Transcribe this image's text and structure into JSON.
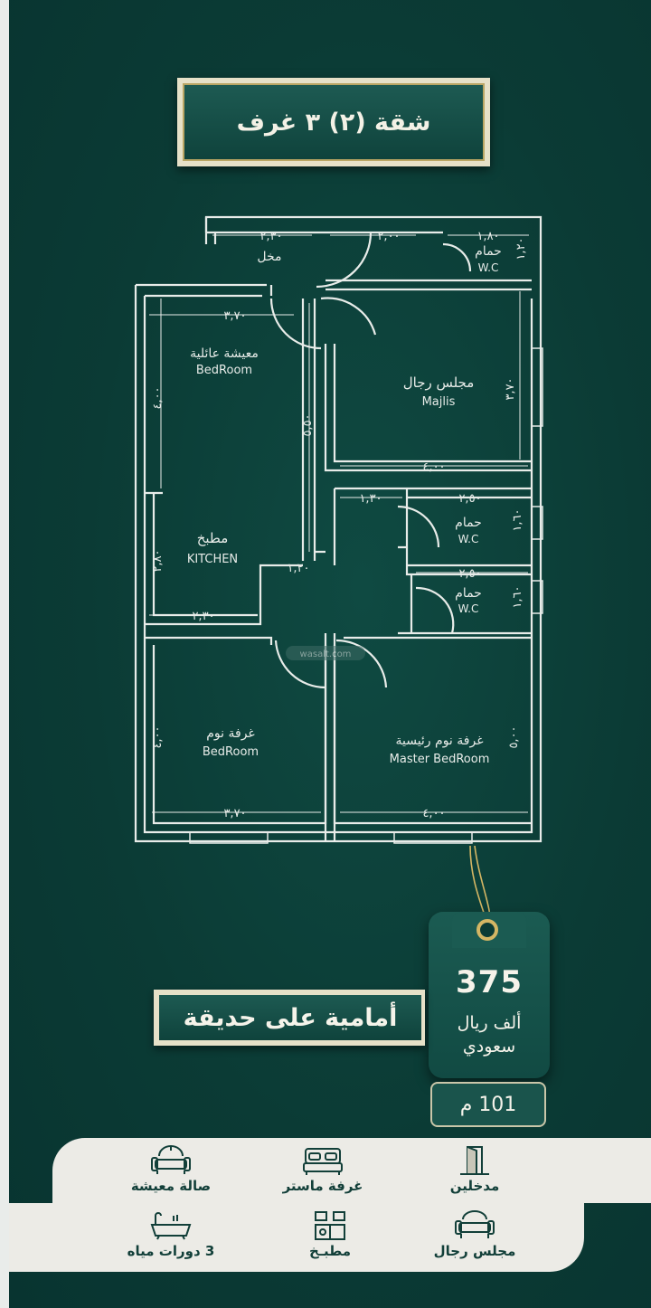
{
  "title": "شقة (٢)  ٣ غرف",
  "plan": {
    "rooms": [
      {
        "ar": "مخل",
        "en": ""
      },
      {
        "ar": "حمام",
        "en": "W.C"
      },
      {
        "ar": "معيشة عائلية",
        "en": "BedRoom"
      },
      {
        "ar": "مجلس رجال",
        "en": "Majlis"
      },
      {
        "ar": "مطبخ",
        "en": "KITCHEN"
      },
      {
        "ar": "حمام",
        "en": "W.C"
      },
      {
        "ar": "حمام",
        "en": "W.C"
      },
      {
        "ar": "غرفة نوم",
        "en": "BedRoom"
      },
      {
        "ar": "غرفة نوم رئيسية",
        "en": "Master BedRoom"
      }
    ],
    "dimensions": [
      "٢,٣٠",
      "٢,٠٠",
      "١,٨٠",
      "١,٢٠",
      "٣,٧٠",
      "٤,٠٠",
      "٣,٧٠",
      "٥,٥٠",
      "٤,٠٠",
      "١,٣٠",
      "٢,٥٠",
      "١,٦٠",
      "٢,٨٠",
      "١,٢٠",
      "٢,٣٠",
      "٢,٥٠",
      "١,٦٠",
      "٤,٠٠",
      "٥,٠٠",
      "٣,٧٠",
      "٤,٠٠"
    ],
    "watermark": "wasalt.com"
  },
  "price": {
    "value": "375",
    "currency_line1": "ألف ريال",
    "currency_line2": "سعودي"
  },
  "area": "101 م",
  "banner": "أمامية على حديقة",
  "features": [
    {
      "label": "مدخلين",
      "icon": "door-icon"
    },
    {
      "label": "غرفة ماستر",
      "icon": "bed-icon"
    },
    {
      "label": "صالة معيشة",
      "icon": "sofa-icon"
    },
    {
      "label": "مجلس رجال",
      "icon": "majlis-icon"
    },
    {
      "label": "مطبـخ",
      "icon": "kitchen-icon"
    },
    {
      "label": "3 دورات مياه",
      "icon": "bathtub-icon"
    }
  ],
  "colors": {
    "background": "#0b3b35",
    "gold": "#d4b664",
    "cream": "#e6e1c8",
    "band": "#ecebe6"
  }
}
